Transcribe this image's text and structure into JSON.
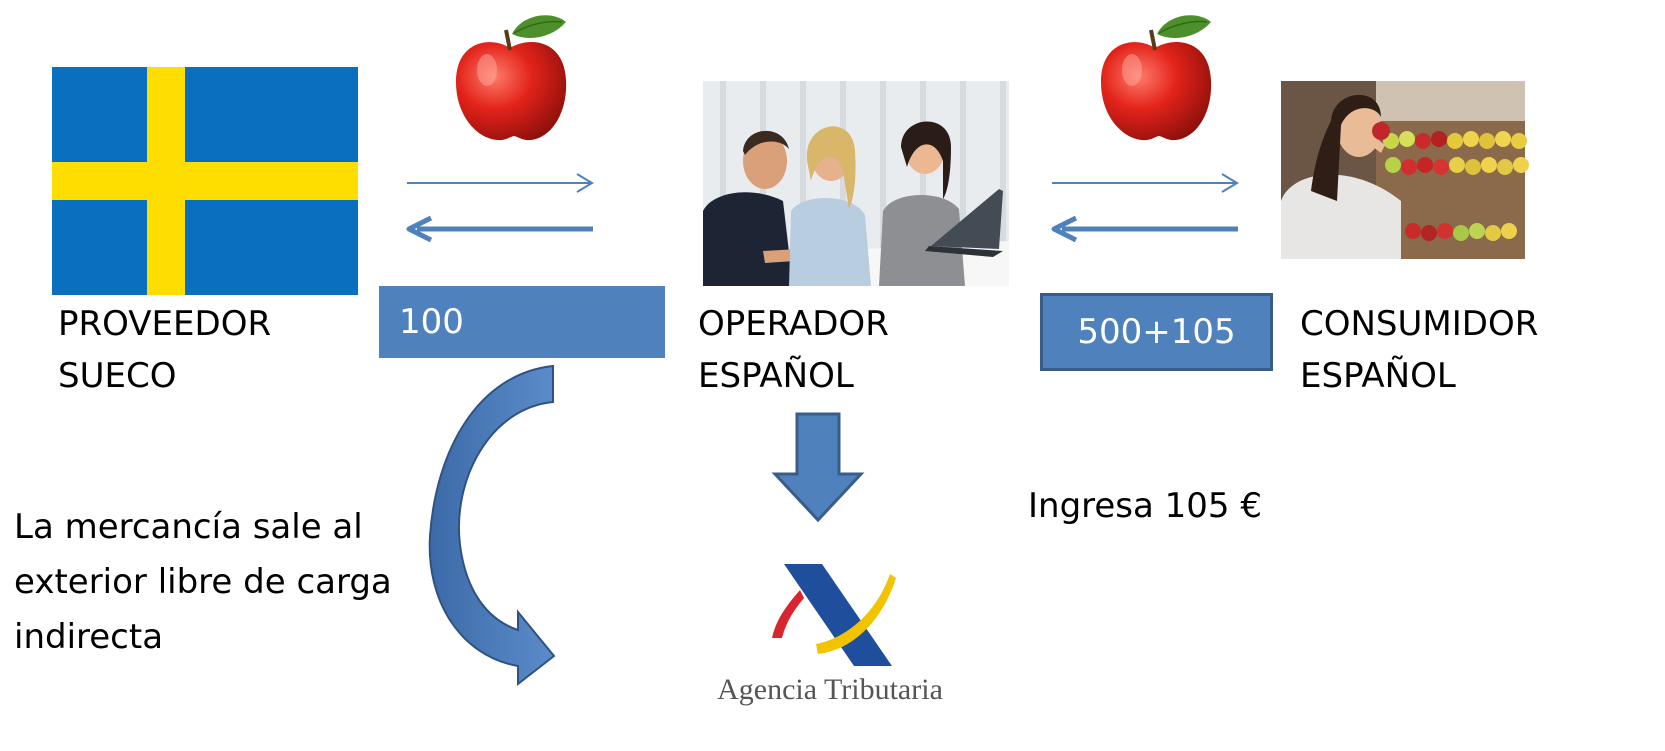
{
  "nodes": {
    "supplier": {
      "lines": [
        "PROVEEDOR",
        "SUECO"
      ]
    },
    "operator": {
      "lines": [
        "OPERADOR",
        "ESPAÑOL"
      ]
    },
    "consumer": {
      "lines": [
        "CONSUMIDOR",
        "ESPAÑOL"
      ]
    }
  },
  "amounts": {
    "supplier_payment": "100",
    "consumer_payment": "500+105"
  },
  "notes": {
    "export_note": [
      "La mercancía sale al",
      "exterior libre de carga",
      "indirecta"
    ],
    "tax_payment": "Ingresa 105 €"
  },
  "tax_agency": {
    "name": "Agencia Tributaria"
  },
  "colors": {
    "flag_blue": "#006aa7",
    "flag_yellow": "#fecc00",
    "accent_blue": "#4f81bd",
    "arrow_dark": "#385d8a",
    "agency_blue": "#1e4e9c",
    "agency_yellow": "#f2c300",
    "agency_red": "#d8262e"
  },
  "icons": [
    "apple-icon",
    "sweden-flag",
    "meeting-photo",
    "shopper-photo",
    "tax-agency-logo"
  ]
}
